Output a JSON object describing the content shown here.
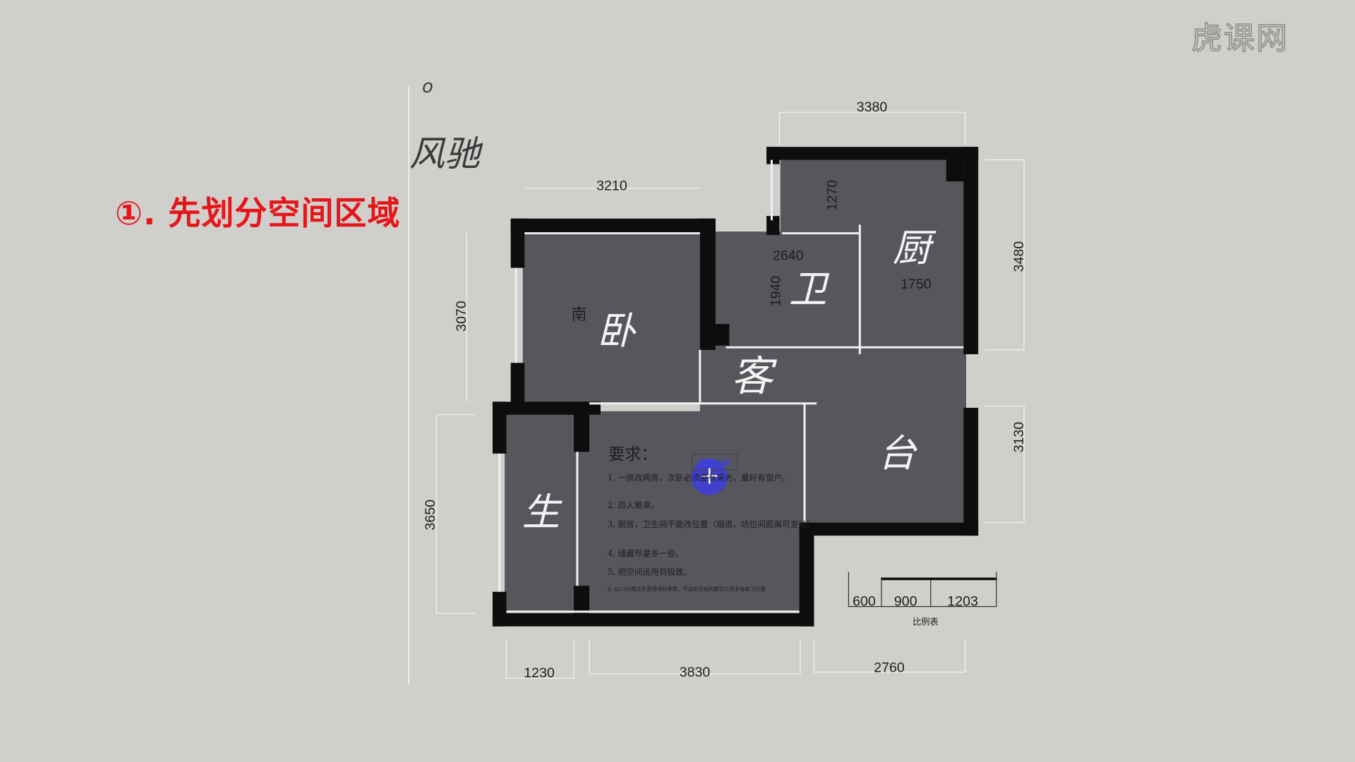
{
  "heading": "①. 先划分空间区域",
  "watermark": "虎课网",
  "handwriting": {
    "top_mark": "o",
    "name": "风驰"
  },
  "plan": {
    "dims": {
      "top_right_width": "3380",
      "top_left_width": "3210",
      "kitchen_depth": "1270",
      "bath_width": "2640",
      "bath_depth": "1940",
      "kitchen_inner": "1750",
      "right_upper": "3480",
      "left_upper": "3070",
      "right_lower": "3130",
      "left_lower": "3650",
      "bottom_1": "1230",
      "bottom_2": "3830",
      "bottom_3": "2760"
    },
    "scale": {
      "values": [
        "600",
        "900",
        "1203"
      ],
      "label": "比例表"
    },
    "south_label": "南",
    "room_marks": {
      "bedroom": "卧",
      "bath": "卫",
      "kitchen": "厨",
      "balcony": "台",
      "study": "生",
      "living": "客"
    },
    "shortcut_badge": "Ctrl+Alt",
    "requirements": {
      "title": "要求：",
      "items": [
        "1, 一房改两房，次卧必须要有采光，最好有窗户。",
        "2, 四人餐桌。",
        "3, 厨房，卫生间不能改位置（烟道，坑位间距离可变动）",
        "4, 储藏尽量多一些。",
        "5, 把空间运用到极致。",
        "6, 以CAD图文件获得项目参数，不会的手绘的都可以用手绘练习方案"
      ]
    }
  },
  "colors": {
    "heading": "#e5161b",
    "room": "#56565c",
    "wall": "#0d0d0d",
    "background": "#d0cfcb"
  }
}
